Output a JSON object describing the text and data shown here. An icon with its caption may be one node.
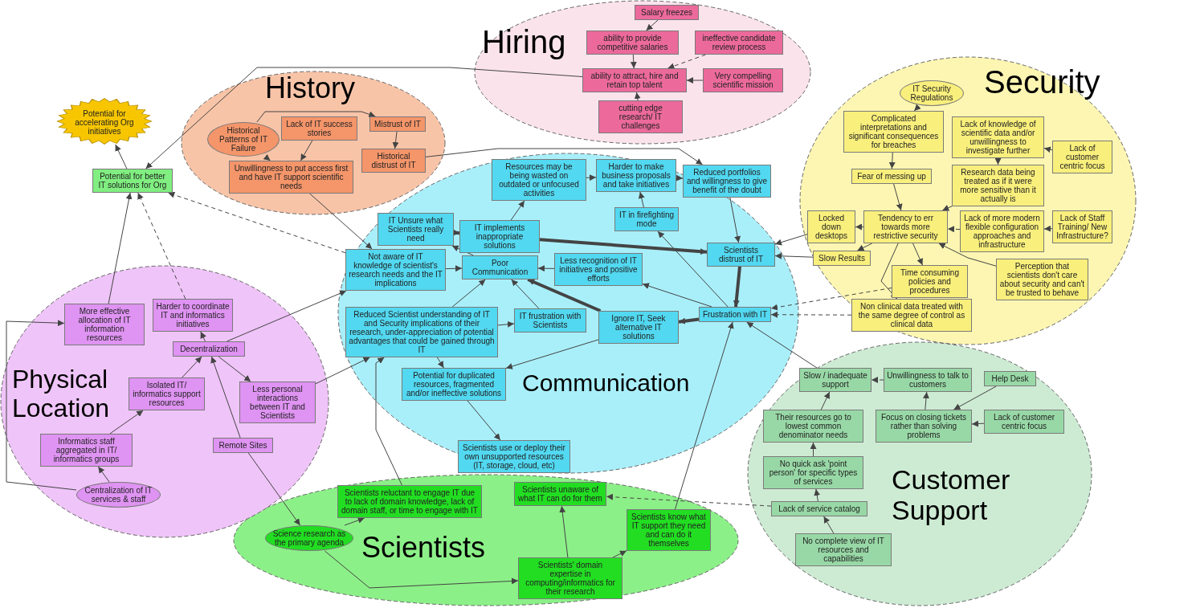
{
  "diagram": {
    "nodes": [
      {
        "text": [
          "Potential for accelerating Org initiatives"
        ]
      },
      {
        "text": [
          "Potential for better IT solutions for Org"
        ]
      },
      {
        "text": [
          "Hiring"
        ]
      },
      {
        "text": [
          "Salary freezes"
        ],
        "in": 2
      },
      {
        "text": [
          "ability to provide competitive salaries"
        ],
        "in": 2
      },
      {
        "text": [
          "ineffective candidate review process"
        ],
        "in": 2
      },
      {
        "text": [
          "ability to attract, hire and retain top talent"
        ],
        "in": 2
      },
      {
        "text": [
          "Very compelling scientific mission"
        ],
        "in": 2
      },
      {
        "text": [
          "cutting edge research/ IT challenges"
        ],
        "in": 2
      },
      {
        "text": [
          "History"
        ]
      },
      {
        "text": [
          "Historical Patterns of IT Failure"
        ],
        "in": 9
      },
      {
        "text": [
          "Lack of IT success stories"
        ],
        "in": 9
      },
      {
        "text": [
          "Unwillingness to put access first and have IT support scientific needs"
        ],
        "in": 9
      },
      {
        "text": [
          "Mistrust of IT"
        ],
        "in": 9
      },
      {
        "text": [
          "Historical distrust of IT"
        ],
        "in": 9
      },
      {
        "text": [
          "Communication"
        ]
      },
      {
        "text": [
          "Not aware of IT knowledge of scientist's research needs and the IT implications"
        ],
        "in": 15
      },
      {
        "text": [
          "IT Unsure what Scientists really need"
        ],
        "in": 15
      },
      {
        "text": [
          "IT implements inappropriate solutions"
        ],
        "in": 15
      },
      {
        "text": [
          "Resources may be being wasted on outdated or unfocused activities"
        ],
        "in": 15
      },
      {
        "text": [
          "Harder to make business proposals and take initiatives"
        ],
        "in": 15
      },
      {
        "text": [
          "IT in firefighting mode"
        ],
        "in": 15
      },
      {
        "text": [
          "Reduced portfolios and willingness to give benefit of the doubt"
        ],
        "in": 15
      },
      {
        "text": [
          "Poor Communication"
        ],
        "in": 15
      },
      {
        "text": [
          "Less recognition of IT initiatives and positive efforts"
        ],
        "in": 15
      },
      {
        "text": [
          "Frustration with IT"
        ],
        "in": 15
      },
      {
        "text": [
          "Scientists distrust of IT"
        ],
        "in": 15
      },
      {
        "text": [
          "Reduced Scientist understanding of IT and Security implications of their research, under-appreciation of potential advantages that could be gained through IT"
        ],
        "in": 15
      },
      {
        "text": [
          "Ignore IT, Seek alternative IT solutions"
        ],
        "in": 15
      },
      {
        "text": [
          "IT frustration with Scientists"
        ],
        "in": 15
      },
      {
        "text": [
          "Potential for duplicated resources, fragmented and/or ineffective solutions"
        ],
        "in": 15
      },
      {
        "text": [
          "Scientists use or deploy their own unsupported resources (IT, storage, cloud, etc)"
        ],
        "in": 15
      },
      {
        "text": [
          "Security"
        ]
      },
      {
        "text": [
          "IT Security Regulations"
        ],
        "in": 32
      },
      {
        "text": [
          "Complicated interpretations and significant consequences for breaches"
        ],
        "in": 32
      },
      {
        "text": [
          "Lack of knowledge of scientific data and/or unwillingness to investigate further"
        ],
        "in": 32
      },
      {
        "text": [
          "Lack of customer centric focus"
        ],
        "in": 32
      },
      {
        "text": [
          "Fear of messing up"
        ],
        "in": 32
      },
      {
        "text": [
          "Research data being treated as if it were more sensitive than it actually is"
        ],
        "in": 32
      },
      {
        "text": [
          "Tendency to err towards more restrictive security"
        ],
        "in": 32
      },
      {
        "text": [
          "Lack of more modern flexible configuration approaches and infrastructure"
        ],
        "in": 32
      },
      {
        "text": [
          "Lack of Staff Training/ New Infrastructure?"
        ],
        "in": 32
      },
      {
        "text": [
          "Locked down desktops"
        ],
        "in": 32
      },
      {
        "text": [
          "Slow Results"
        ],
        "in": 32
      },
      {
        "text": [
          "Time consuming policies and procedures"
        ],
        "in": 32
      },
      {
        "text": [
          "Non clinical data treated with the same degree of control as clinical data"
        ],
        "in": 32
      },
      {
        "text": [
          "Perception that scientists don't care about security and can't be trusted to behave"
        ],
        "in": 32
      },
      {
        "text": [
          "Customer Support"
        ]
      },
      {
        "text": [
          "Slow / inadequate support"
        ],
        "in": 47
      },
      {
        "text": [
          "Unwillingness to talk to customers"
        ],
        "in": 47
      },
      {
        "text": [
          "Help Desk"
        ],
        "in": 47
      },
      {
        "text": [
          "Focus on closing tickets rather than solving problems"
        ],
        "in": 47
      },
      {
        "text": [
          "Lack of customer centric focus"
        ],
        "in": 47
      },
      {
        "text": [
          "Their resources go to lowest common denominator needs"
        ],
        "in": 47
      },
      {
        "text": [
          "No quick ask 'point person' for specific types of services"
        ],
        "in": 47
      },
      {
        "text": [
          "Lack of service catalog"
        ],
        "in": 47
      },
      {
        "text": [
          "No complete view of IT resources and capabilities"
        ],
        "in": 47
      },
      {
        "text": [
          "Scientists"
        ]
      },
      {
        "text": [
          "Scientists reluctant to engage IT due to lack of domain knowledge, lack of domain staff, or time to engage with IT"
        ],
        "in": 57
      },
      {
        "text": [
          "Scientists unaware of what IT can do for them"
        ],
        "in": 57
      },
      {
        "text": [
          "Scientists know what IT support they need and can do it themselves"
        ],
        "in": 57
      },
      {
        "text": [
          "Scientists' domain expertise in computing/informatics for their research"
        ],
        "in": 57
      },
      {
        "text": [
          "Science research as the primary agenda"
        ],
        "in": 57
      },
      {
        "text": [
          "Physical Location"
        ]
      },
      {
        "text": [
          "More effective allocation of IT information resources"
        ],
        "in": 63
      },
      {
        "text": [
          "Harder to coordinate IT and informatics initiatives"
        ],
        "in": 63
      },
      {
        "text": [
          "Isolated IT/ informatics support resources"
        ],
        "in": 63
      },
      {
        "text": [
          "Decentralization"
        ],
        "in": 63
      },
      {
        "text": [
          "Less personal interactions between IT and Scientists"
        ],
        "in": 63
      },
      {
        "text": [
          "Remote Sites"
        ],
        "in": 63
      },
      {
        "text": [
          "Informatics staff aggregated in IT/ informatics groups"
        ],
        "in": 63
      },
      {
        "text": [
          "Centralization of IT services & staff"
        ],
        "in": 63
      }
    ],
    "edges": [
      {
        "from": 1,
        "to": 0,
        "arrow": "to"
      },
      {
        "from": 6,
        "to": 1,
        "arrow": "to"
      },
      {
        "from": 3,
        "to": 4,
        "arrow": "to"
      },
      {
        "from": 4,
        "to": 6,
        "arrow": "to"
      },
      {
        "from": 5,
        "to": 6,
        "arrow": "to",
        "style": "dashed"
      },
      {
        "from": 7,
        "to": 6,
        "arrow": "to"
      },
      {
        "from": 8,
        "to": 6,
        "arrow": "to"
      },
      {
        "from": 64,
        "to": 1,
        "arrow": "to"
      },
      {
        "from": 65,
        "to": 1,
        "arrow": "to",
        "style": "dashed"
      },
      {
        "from": 16,
        "to": 1,
        "arrow": "to",
        "style": "dashed"
      },
      {
        "from": 10,
        "to": 12,
        "arrow": "to"
      },
      {
        "from": 11,
        "to": 12,
        "arrow": "to"
      },
      {
        "from": 10,
        "to": 13,
        "arrow": "to"
      },
      {
        "from": 13,
        "to": 14,
        "arrow": "to"
      },
      {
        "from": 14,
        "to": 22,
        "arrow": "to"
      },
      {
        "from": 12,
        "to": 16,
        "arrow": "to"
      },
      {
        "from": 23,
        "to": 17,
        "arrow": "to"
      },
      {
        "from": 17,
        "to": 18,
        "arrow": "to",
        "style": "thick"
      },
      {
        "from": 18,
        "to": 19,
        "arrow": "to"
      },
      {
        "from": 19,
        "to": 20,
        "arrow": "to"
      },
      {
        "from": 21,
        "to": 20,
        "arrow": "to"
      },
      {
        "from": 20,
        "to": 22,
        "arrow": "to"
      },
      {
        "from": 18,
        "to": 26,
        "arrow": "to",
        "style": "thick"
      },
      {
        "from": 26,
        "to": 25,
        "arrow": "to",
        "style": "thick"
      },
      {
        "from": 25,
        "to": 28,
        "arrow": "to",
        "style": "thick"
      },
      {
        "from": 28,
        "to": 23,
        "arrow": "to",
        "style": "thick"
      },
      {
        "from": 25,
        "to": 24,
        "arrow": "to"
      },
      {
        "from": 24,
        "to": 23,
        "arrow": "to"
      },
      {
        "from": 27,
        "to": 23,
        "arrow": "to"
      },
      {
        "from": 16,
        "to": 23,
        "arrow": "to"
      },
      {
        "from": 27,
        "to": 29,
        "arrow": "to"
      },
      {
        "from": 29,
        "to": 23,
        "arrow": "to"
      },
      {
        "from": 27,
        "to": 30,
        "arrow": "to"
      },
      {
        "from": 28,
        "to": 30,
        "arrow": "to"
      },
      {
        "from": 30,
        "to": 31,
        "arrow": "to"
      },
      {
        "from": 25,
        "to": 21,
        "arrow": "to"
      },
      {
        "from": 22,
        "to": 26,
        "arrow": "to"
      },
      {
        "from": 33,
        "to": 34,
        "arrow": "to"
      },
      {
        "from": 34,
        "to": 37,
        "arrow": "to"
      },
      {
        "from": 37,
        "to": 39,
        "arrow": "to"
      },
      {
        "from": 36,
        "to": 35,
        "arrow": "to"
      },
      {
        "from": 35,
        "to": 38,
        "arrow": "to"
      },
      {
        "from": 38,
        "to": 39,
        "arrow": "to"
      },
      {
        "from": 41,
        "to": 40,
        "arrow": "to"
      },
      {
        "from": 40,
        "to": 39,
        "arrow": "to",
        "style": "dashed"
      },
      {
        "from": 39,
        "to": 42,
        "arrow": "to",
        "style": "dashed"
      },
      {
        "from": 39,
        "to": 43,
        "arrow": "to"
      },
      {
        "from": 39,
        "to": 44,
        "arrow": "to"
      },
      {
        "from": 39,
        "to": 45,
        "arrow": "to"
      },
      {
        "from": 46,
        "to": 39,
        "arrow": "to"
      },
      {
        "from": 42,
        "to": 26,
        "arrow": "to"
      },
      {
        "from": 43,
        "to": 26,
        "arrow": "to"
      },
      {
        "from": 44,
        "to": 25,
        "arrow": "to",
        "style": "dashed"
      },
      {
        "from": 45,
        "to": 25,
        "arrow": "to",
        "style": "dashed"
      },
      {
        "from": 56,
        "to": 55,
        "arrow": "to"
      },
      {
        "from": 55,
        "to": 54,
        "arrow": "to"
      },
      {
        "from": 54,
        "to": 53,
        "arrow": "to"
      },
      {
        "from": 53,
        "to": 48,
        "arrow": "to"
      },
      {
        "from": 49,
        "to": 48,
        "arrow": "to",
        "style": "dashed"
      },
      {
        "from": 51,
        "to": 49,
        "arrow": "to"
      },
      {
        "from": 50,
        "to": 51,
        "arrow": "to"
      },
      {
        "from": 52,
        "to": 51,
        "arrow": "to"
      },
      {
        "from": 48,
        "to": 25,
        "arrow": "to"
      },
      {
        "from": 55,
        "to": 59,
        "arrow": "to",
        "style": "dashed"
      },
      {
        "from": 62,
        "to": 61,
        "arrow": "to"
      },
      {
        "from": 62,
        "to": 58,
        "arrow": "to"
      },
      {
        "from": 61,
        "to": 59,
        "arrow": "to"
      },
      {
        "from": 61,
        "to": 60,
        "arrow": "to"
      },
      {
        "from": 60,
        "to": 25,
        "arrow": "to"
      },
      {
        "from": 58,
        "to": 27,
        "arrow": "to"
      },
      {
        "from": 71,
        "to": 70,
        "arrow": "to"
      },
      {
        "from": 70,
        "to": 66,
        "arrow": "to"
      },
      {
        "from": 66,
        "to": 67,
        "arrow": "to"
      },
      {
        "from": 69,
        "to": 67,
        "arrow": "to"
      },
      {
        "from": 67,
        "to": 65,
        "arrow": "to"
      },
      {
        "from": 67,
        "to": 68,
        "arrow": "to"
      },
      {
        "from": 68,
        "to": 27,
        "arrow": "to"
      },
      {
        "from": 67,
        "to": 16,
        "arrow": "to"
      },
      {
        "from": 71,
        "to": 64,
        "arrow": "to"
      },
      {
        "from": 69,
        "to": 62,
        "arrow": "to"
      }
    ]
  }
}
